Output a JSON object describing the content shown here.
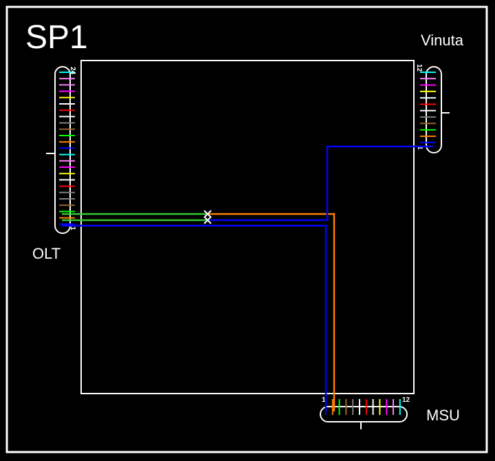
{
  "title": "SP1",
  "labels": {
    "olt": "OLT",
    "vinuta": "Vinuta",
    "msu": "MSU"
  },
  "olt_port": {
    "top": "24",
    "bottom": "1",
    "colors": [
      "#00ffff",
      "#ff80ff",
      "#ff80ff",
      "#ff00ff",
      "#ffff00",
      "#ffffff",
      "#ff0000",
      "#ffffff",
      "#808080",
      "#996633",
      "#00ff00",
      "#ff8000",
      "#0000ff",
      "#00ffff",
      "#ff80ff",
      "#ff00ff",
      "#ffff00",
      "#ffffff",
      "#ff0000",
      "#808080",
      "#808080",
      "#996633",
      "#00ff00",
      "#ff8000",
      "#0000ff"
    ]
  },
  "vinuta_port": {
    "top": "12",
    "bottom": "1",
    "colors": [
      "#00ffff",
      "#ff80ff",
      "#ff00ff",
      "#ffff00",
      "#ffffff",
      "#ff0000",
      "#ffffff",
      "#808080",
      "#996633",
      "#00ff00",
      "#ff8000",
      "#0000ff"
    ]
  },
  "msu_port": {
    "left": "1",
    "right": "12",
    "colors": [
      "#0000ff",
      "#ff8000",
      "#00ff00",
      "#996633",
      "#808080",
      "#ffffff",
      "#ff0000",
      "#ffffff",
      "#ffff00",
      "#ff00ff",
      "#ff80ff",
      "#00ffff"
    ]
  },
  "colors": {
    "border": "#ffffff",
    "green": "#33cc33",
    "orange": "#ff8000",
    "blue": "#0000ff"
  }
}
